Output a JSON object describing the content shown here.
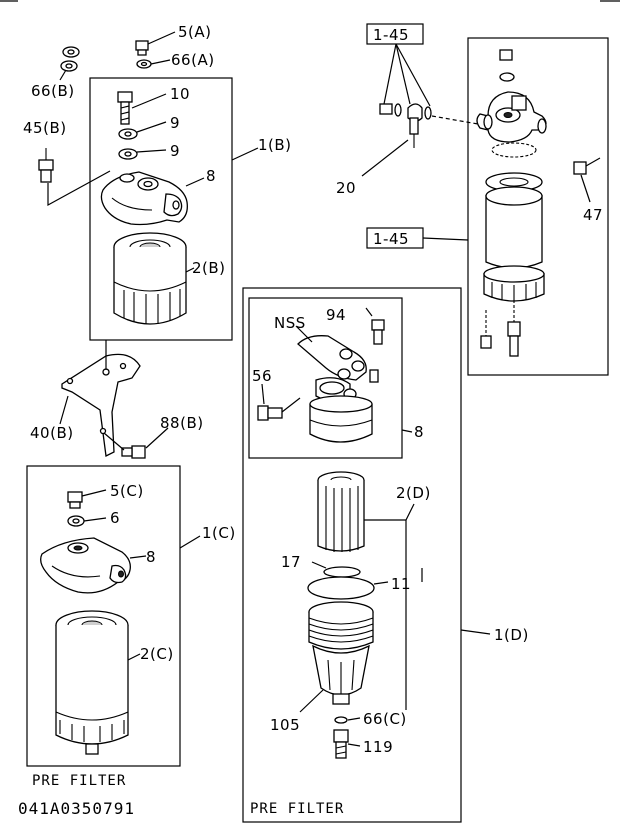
{
  "labels": {
    "l_5a": "5(A)",
    "l_66a": "66(A)",
    "l_66b": "66(B)",
    "l_10": "10",
    "l_9a": "9",
    "l_9b": "9",
    "l_45b": "45(B)",
    "l_1b": "1(B)",
    "l_8a": "8",
    "l_2b": "2(B)",
    "l_40b": "40(B)",
    "l_88b": "88(B)",
    "l_5c": "5(C)",
    "l_6": "6",
    "l_8b": "8",
    "l_1c": "1(C)",
    "l_2c": "2(C)",
    "l_145a": "1-45",
    "l_20": "20",
    "l_47": "47",
    "l_145b": "1-45",
    "l_nss": "NSS",
    "l_94": "94",
    "l_56": "56",
    "l_8c": "8",
    "l_2d": "2(D)",
    "l_17": "17",
    "l_11": "11",
    "l_1d": "1(D)",
    "l_105": "105",
    "l_66c": "66(C)",
    "l_119": "119"
  },
  "captions": {
    "pre_filter_left": "PRE FILTER",
    "pre_filter_bottom": "PRE FILTER",
    "drawing_code": "041A0350791"
  }
}
